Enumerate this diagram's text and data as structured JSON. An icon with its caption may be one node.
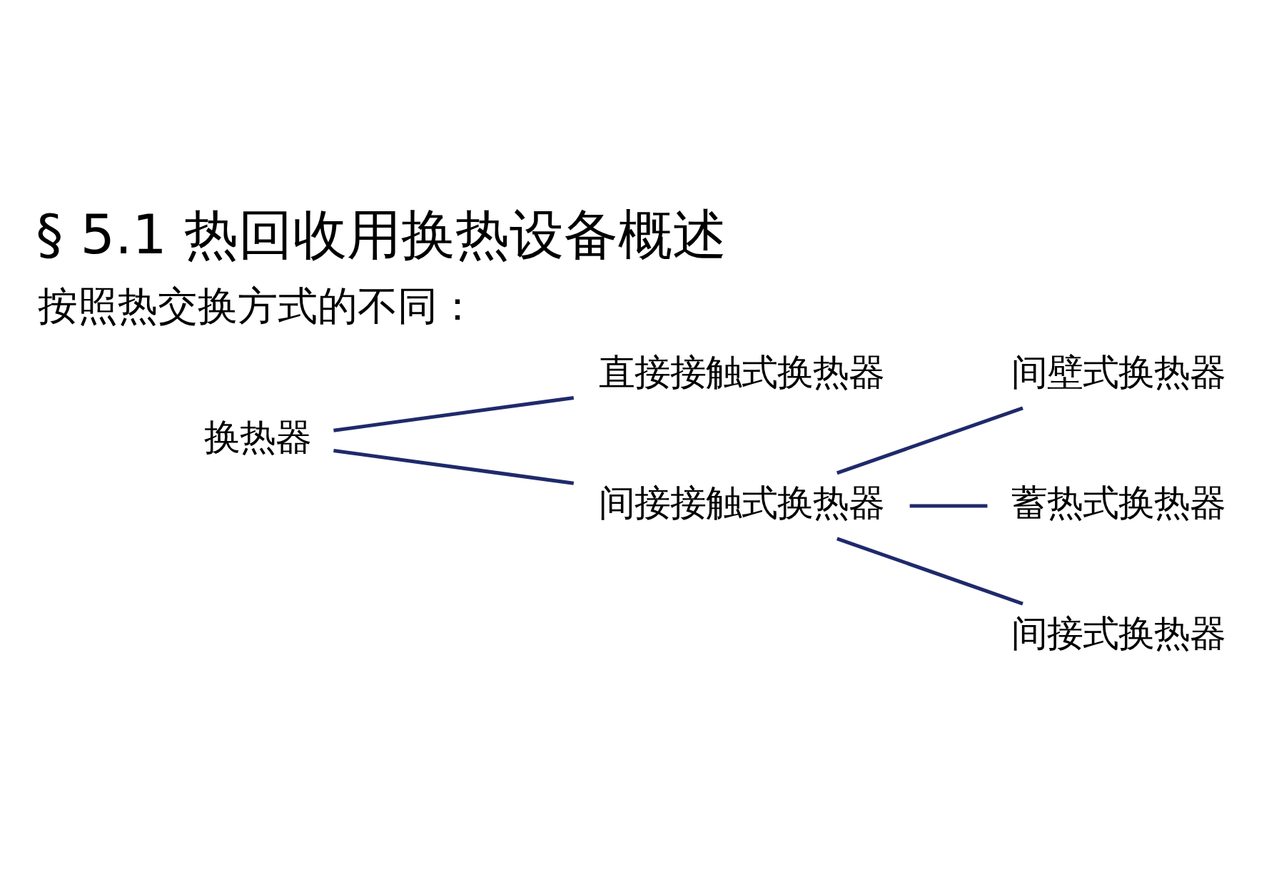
{
  "diagram": {
    "title": "§ 5.1 热回收用换热设备概述",
    "nodes": [
      {
        "text": [
          "换热器"
        ]
      },
      {
        "text": [
          "直接接触式换热器"
        ]
      },
      {
        "text": [
          "间接接触式换热器"
        ]
      },
      {
        "text": [
          "间壁式换热器"
        ]
      },
      {
        "text": [
          "蓄热式换热器"
        ]
      },
      {
        "text": [
          "间接式换热器"
        ]
      }
    ],
    "edges": [
      {
        "from": 0,
        "to": 1,
        "arrow": "none"
      },
      {
        "from": 0,
        "to": 2,
        "arrow": "none"
      },
      {
        "from": 2,
        "to": 3,
        "arrow": "none"
      },
      {
        "from": 2,
        "to": 4,
        "arrow": "none"
      },
      {
        "from": 2,
        "to": 5,
        "arrow": "none"
      }
    ],
    "labels": [
      "按照热交换方式的不同："
    ]
  }
}
